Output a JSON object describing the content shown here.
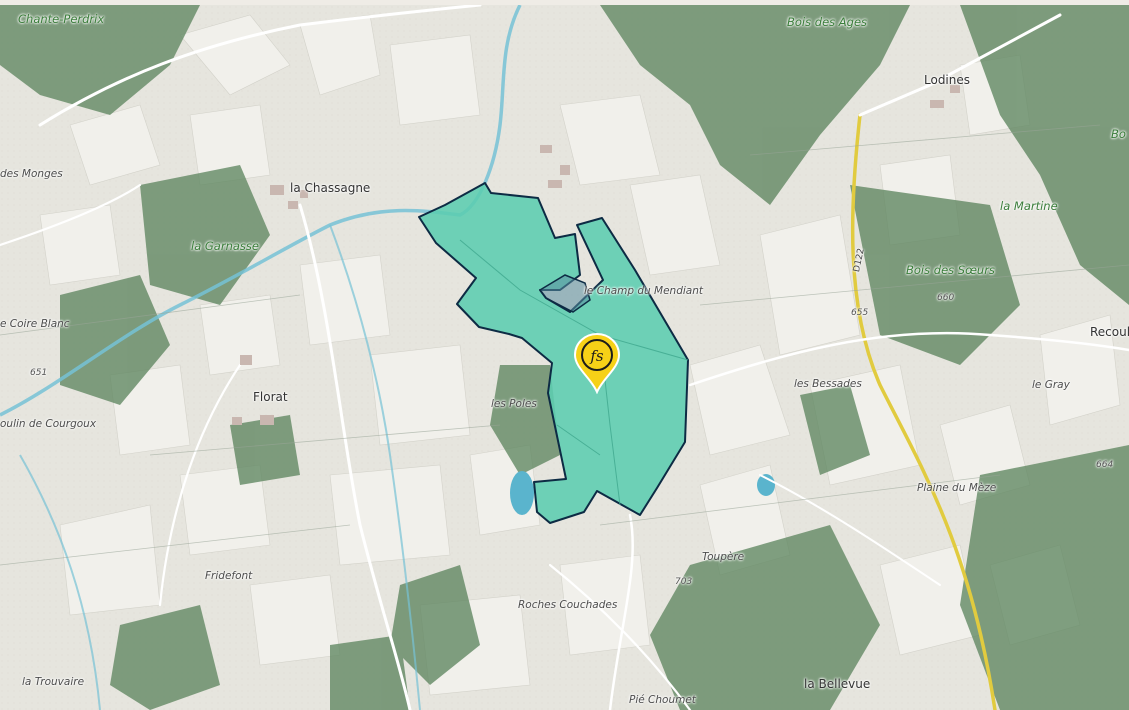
{
  "map": {
    "colors": {
      "parcel_fill": "#5ccdb0",
      "parcel_stroke": "#0d2b44",
      "marker": "#f6d117",
      "river": "#76c2d6",
      "forest": "#4f7a4f",
      "field": "#e8e7e0",
      "road_primary": "#e8d24a"
    },
    "marker": {
      "icon": "fs-logo-marker-icon",
      "text": "fs"
    },
    "labels": [
      {
        "id": "chante-perdrix",
        "text": "Chante-Perdrix",
        "kind": "wood"
      },
      {
        "id": "bois-des-ages",
        "text": "Bois des Ages",
        "kind": "wood"
      },
      {
        "id": "lodines",
        "text": "Lodines",
        "kind": "village"
      },
      {
        "id": "bo",
        "text": "Bo",
        "kind": "wood"
      },
      {
        "id": "des-monges",
        "text": "des Monges",
        "kind": "locality"
      },
      {
        "id": "la-chassagne",
        "text": "la Chassagne",
        "kind": "village"
      },
      {
        "id": "la-martine",
        "text": "la Martine",
        "kind": "wood"
      },
      {
        "id": "la-garnasse",
        "text": "la Garnasse",
        "kind": "wood"
      },
      {
        "id": "d122",
        "text": "D122",
        "kind": "road"
      },
      {
        "id": "champ-du-mendiant",
        "text": "le Champ du Mendiant",
        "kind": "locality"
      },
      {
        "id": "bois-des-soeurs",
        "text": "Bois des Sœurs",
        "kind": "wood"
      },
      {
        "id": "e660",
        "text": "660",
        "kind": "elev"
      },
      {
        "id": "e655",
        "text": "655",
        "kind": "elev"
      },
      {
        "id": "recoul",
        "text": "Recoul",
        "kind": "village"
      },
      {
        "id": "coire-blanc",
        "text": "e Coire Blanc",
        "kind": "locality"
      },
      {
        "id": "e651",
        "text": "651",
        "kind": "elev"
      },
      {
        "id": "les-bessades",
        "text": "les Bessades",
        "kind": "locality"
      },
      {
        "id": "le-gray",
        "text": "le Gray",
        "kind": "locality"
      },
      {
        "id": "florat",
        "text": "Florat",
        "kind": "village"
      },
      {
        "id": "les-poles",
        "text": "les Poles",
        "kind": "locality"
      },
      {
        "id": "moulin-courgoux",
        "text": "oulin de Courgoux",
        "kind": "locality"
      },
      {
        "id": "e664",
        "text": "664",
        "kind": "elev"
      },
      {
        "id": "plaine-du-meze",
        "text": "Plaine du Mèze",
        "kind": "locality"
      },
      {
        "id": "toupere",
        "text": "Toupère",
        "kind": "locality"
      },
      {
        "id": "fridefont",
        "text": "Fridefont",
        "kind": "locality"
      },
      {
        "id": "e703",
        "text": "703",
        "kind": "elev"
      },
      {
        "id": "roches-couchades",
        "text": "Roches Couchades",
        "kind": "locality"
      },
      {
        "id": "la-trouvaire",
        "text": "la Trouvaire",
        "kind": "locality"
      },
      {
        "id": "pie-choumet",
        "text": "Pié Choumet",
        "kind": "locality"
      },
      {
        "id": "la-bellevue",
        "text": "la Bellevue",
        "kind": "village"
      }
    ]
  }
}
